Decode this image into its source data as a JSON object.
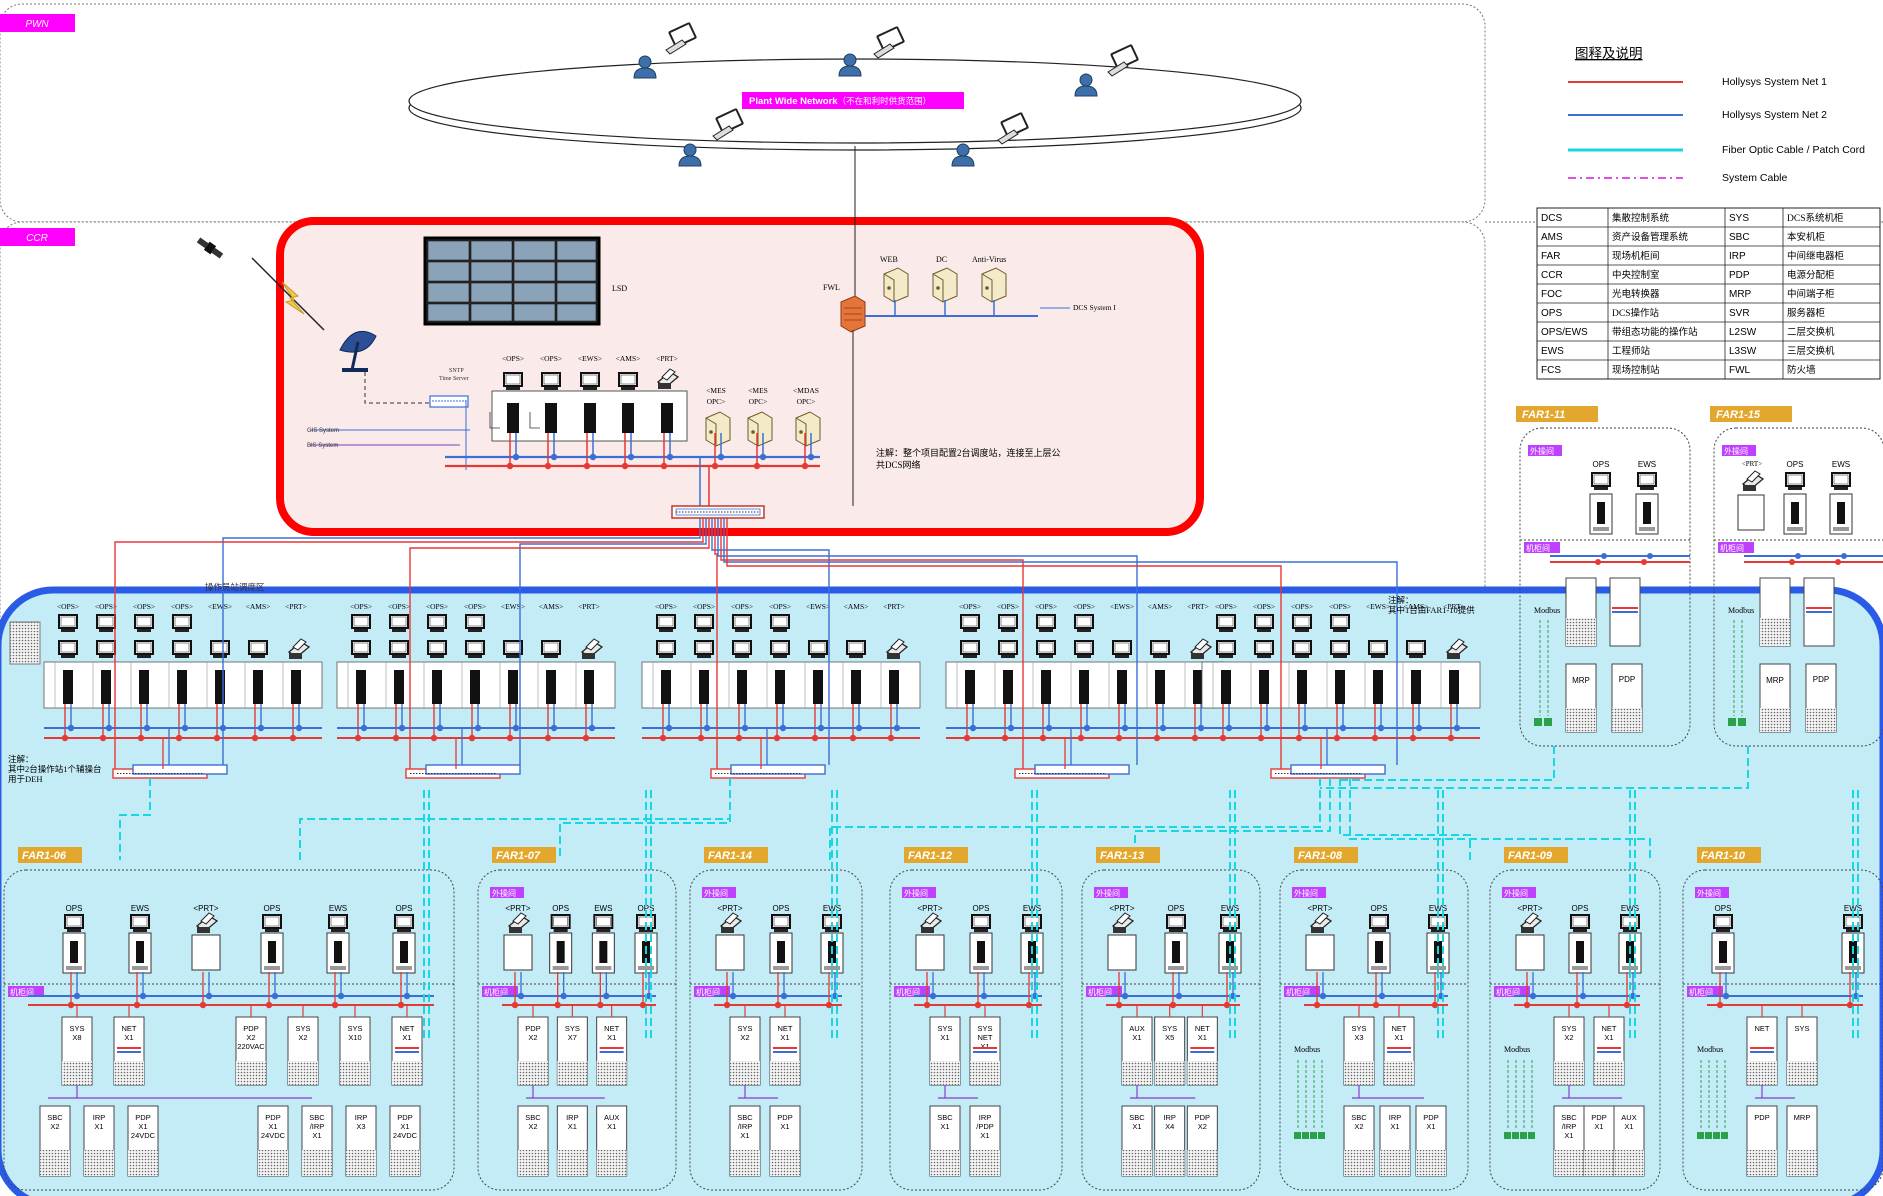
{
  "zones": {
    "pwn": "PWN",
    "ccr": "CCR"
  },
  "network": {
    "title": "Plant Wide Network",
    "note": "（不在和利时供货范围）"
  },
  "ccr": {
    "lsd": "LSD",
    "fwl": "FWL",
    "web": "WEB",
    "dc": "DC",
    "anti_virus": "Anti-Virus",
    "dcs_system": "DCS System I",
    "sntp": "SNTP",
    "sntp_sub": "Time Server",
    "gis": "GIS System",
    "bis": "BIS System",
    "top_labels": [
      "<OPS>",
      "<OPS>",
      "<EWS>",
      "<AMS>",
      "<PRT>"
    ],
    "servers": [
      "<MES OPC>",
      "<MES OPC>",
      "<MDAS OPC>"
    ],
    "note_line1": "注解：整个项目配置2台调度站，连接至上层公",
    "note_line2": "共DCS网络"
  },
  "legend": {
    "title": "图释及说明",
    "items": [
      {
        "label": "Hollysys System Net 1",
        "color": "#e53935",
        "style": "solid"
      },
      {
        "label": "Hollysys System Net 2",
        "color": "#3b6fd6",
        "style": "solid"
      },
      {
        "label": "Fiber Optic Cable / Patch Cord",
        "color": "#1ad6e0",
        "style": "solid"
      },
      {
        "label": "System Cable",
        "color": "#e050e0",
        "style": "dash"
      }
    ]
  },
  "abbr_table": [
    [
      "DCS",
      "集散控制系统",
      "SYS",
      "DCS系统机柜"
    ],
    [
      "AMS",
      "资产设备管理系统",
      "SBC",
      "本安机柜"
    ],
    [
      "FAR",
      "现场机柜间",
      "IRP",
      "中间继电器柜"
    ],
    [
      "CCR",
      "中央控制室",
      "PDP",
      "电源分配柜"
    ],
    [
      "FOC",
      "光电转换器",
      "MRP",
      "中间端子柜"
    ],
    [
      "OPS",
      "DCS操作站",
      "SVR",
      "服务器柜"
    ],
    [
      "OPS/EWS",
      "带组态功能的操作站",
      "L2SW",
      "二层交换机"
    ],
    [
      "EWS",
      "工程师站",
      "L3SW",
      "三层交换机"
    ],
    [
      "FCS",
      "现场控制站",
      "FWL",
      "防火墙"
    ]
  ],
  "ops_groups": {
    "top_labels": [
      "<OPS>",
      "<OPS>",
      "<OPS>",
      "<OPS>",
      "<EWS>",
      "<AMS>",
      "<PRT>"
    ],
    "left_note": [
      "注解：",
      "其中2台操作站1个辅操台",
      "用于DEH"
    ],
    "right_note": [
      "注解：",
      "其中1台由FAR1-10提供"
    ],
    "overlap_text": "操作员站调度区"
  },
  "far_top": [
    {
      "id": "FAR1-11",
      "room": "外操间",
      "col_a": "OPS",
      "col_b": "EWS",
      "prt": "",
      "io": "机柜间",
      "modbus": "Modbus",
      "cab1": "MRP",
      "cab2": "PDP"
    },
    {
      "id": "FAR1-15",
      "room": "外操间",
      "col_a": "OPS",
      "col_b": "EWS",
      "prt": "<PRT>",
      "io": "机柜间",
      "modbus": "Modbus",
      "cab1": "MRP",
      "cab2": "PDP"
    }
  ],
  "far_bottom": [
    {
      "id": "FAR1-06",
      "room": "",
      "io": "机柜间",
      "stations": [
        "OPS",
        "EWS",
        "<PRT>",
        "OPS",
        "EWS",
        "OPS"
      ],
      "cabs": [
        "SYS X8",
        "NET X1",
        "PDP X2 220VAC",
        "SYS X2",
        "SYS X10",
        "NET X1"
      ],
      "lower": [
        "SBC X2",
        "IRP X1",
        "PDP X1 24VDC",
        "PDP X1 24VDC",
        "SBC /IRP X1",
        "IRP X3",
        "PDP X1 24VDC"
      ]
    },
    {
      "id": "FAR1-07",
      "room": "外操间",
      "io": "机柜间",
      "stations": [
        "<PRT>",
        "OPS",
        "EWS",
        "OPS"
      ],
      "cabs": [
        "PDP X2",
        "SYS X7",
        "NET X1"
      ],
      "lower": [
        "SBC X2",
        "IRP X1",
        "AUX X1"
      ]
    },
    {
      "id": "FAR1-14",
      "room": "外操间",
      "io": "机柜间",
      "stations": [
        "<PRT>",
        "OPS",
        "EWS"
      ],
      "cabs": [
        "SYS X2",
        "NET X1"
      ],
      "lower": [
        "SBC /IRP X1",
        "PDP X1"
      ]
    },
    {
      "id": "FAR1-12",
      "room": "外操间",
      "io": "机柜间",
      "stations": [
        "<PRT>",
        "OPS",
        "EWS"
      ],
      "cabs": [
        "SYS X1",
        "SYS NET X1"
      ],
      "lower": [
        "SBC X1",
        "IRP /PDP X1"
      ]
    },
    {
      "id": "FAR1-13",
      "room": "外操间",
      "io": "机柜间",
      "stations": [
        "<PRT>",
        "OPS",
        "EWS"
      ],
      "cabs": [
        "AUX X1",
        "SYS X5",
        "NET X1"
      ],
      "lower": [
        "SBC X1",
        "IRP X4",
        "PDP X2"
      ]
    },
    {
      "id": "FAR1-08",
      "room": "外操间",
      "io": "机柜间",
      "stations": [
        "<PRT>",
        "OPS",
        "EWS"
      ],
      "modbus": "Modbus",
      "cabs": [
        "SYS X3",
        "NET X1"
      ],
      "lower": [
        "SBC X2",
        "IRP X1",
        "PDP X1"
      ]
    },
    {
      "id": "FAR1-09",
      "room": "外操间",
      "io": "机柜间",
      "stations": [
        "<PRT>",
        "OPS",
        "EWS"
      ],
      "modbus": "Modbus",
      "cabs": [
        "SYS X2",
        "NET X1"
      ],
      "lower": [
        "SBC /IRP X1",
        "PDP X1",
        "AUX X1"
      ]
    },
    {
      "id": "FAR1-10",
      "room": "外操间",
      "io": "机柜间",
      "stations": [
        "OPS",
        "EWS"
      ],
      "modbus": "Modbus",
      "cabs": [
        "NET",
        "SYS"
      ],
      "lower": [
        "PDP",
        "MRP"
      ]
    }
  ],
  "colors": {
    "net1": "#e53935",
    "net2": "#3b6fd6",
    "fiber": "#1ad6e0",
    "ccr_highlight": "#ff0000",
    "field_highlight": "#2a5be6",
    "ccr_fill": "#fbeaea",
    "field_fill": "#c4ecf7",
    "far_label_bg": "#e2a72c",
    "zone_label_bg": "#ff00ff"
  },
  "icons": [
    "satellite-icon",
    "lightning-icon",
    "dish-icon",
    "user-icon",
    "monitor-icon",
    "printer-icon",
    "server-icon",
    "firewall-icon"
  ]
}
